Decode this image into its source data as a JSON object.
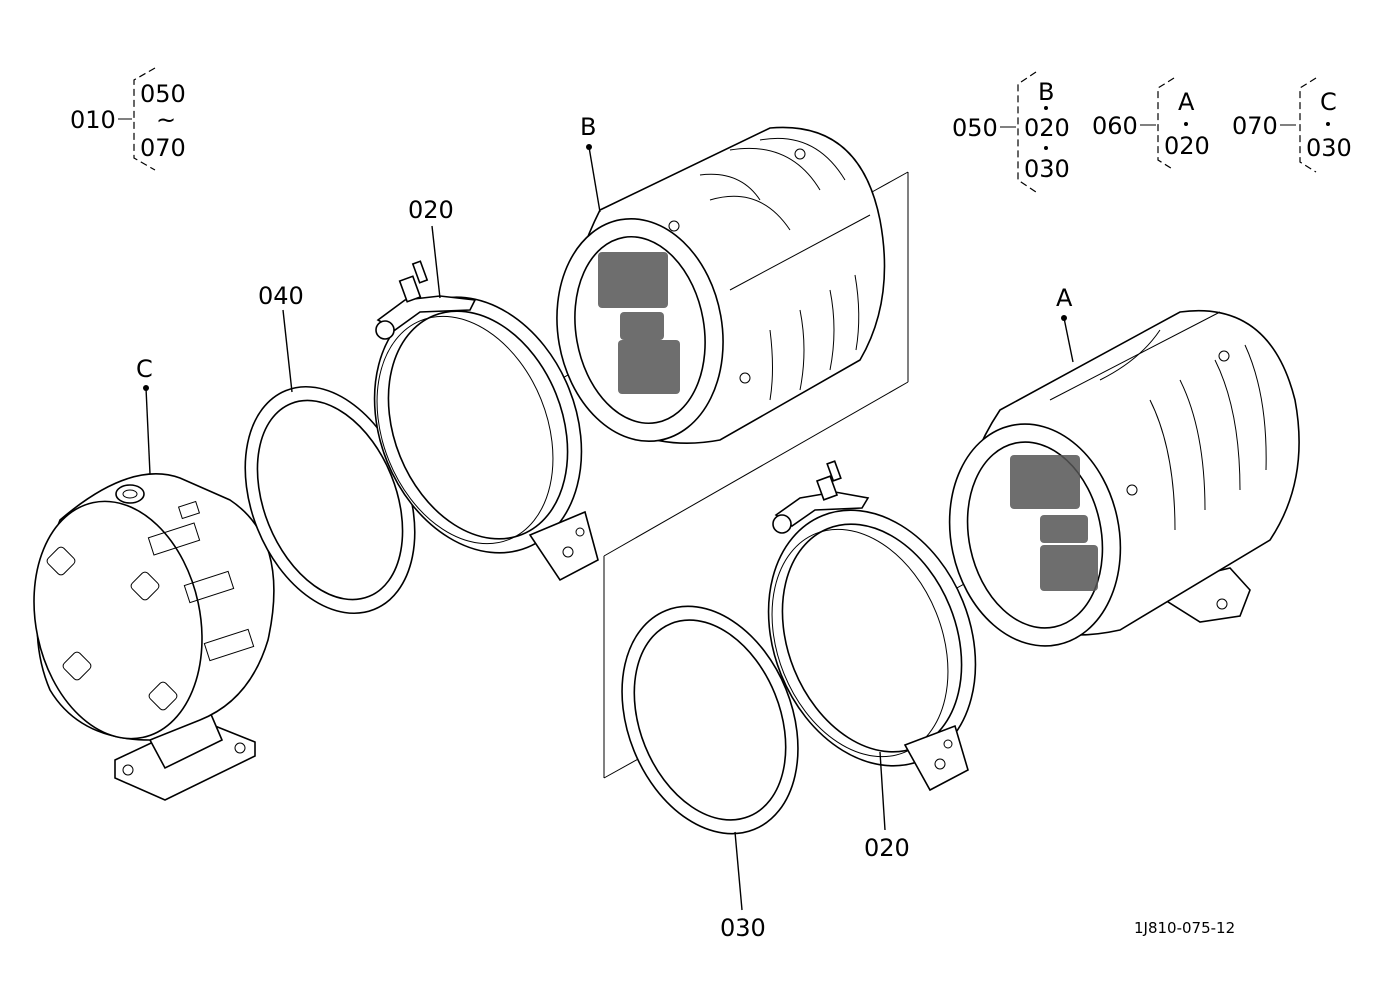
{
  "assembly_groups": [
    {
      "parent": "010",
      "members": [
        "050",
        "~",
        "070"
      ]
    },
    {
      "parent": "050",
      "members": [
        "B",
        "020",
        "030"
      ]
    },
    {
      "parent": "060",
      "members": [
        "A",
        "020"
      ]
    },
    {
      "parent": "070",
      "members": [
        "C",
        "030"
      ]
    }
  ],
  "callouts": {
    "b": "B",
    "a": "A",
    "c": "C",
    "clamp_upper": "020",
    "clamp_lower": "020",
    "gasket_040": "040",
    "gasket_030": "030"
  },
  "drawing_number": "1J810-075-12"
}
